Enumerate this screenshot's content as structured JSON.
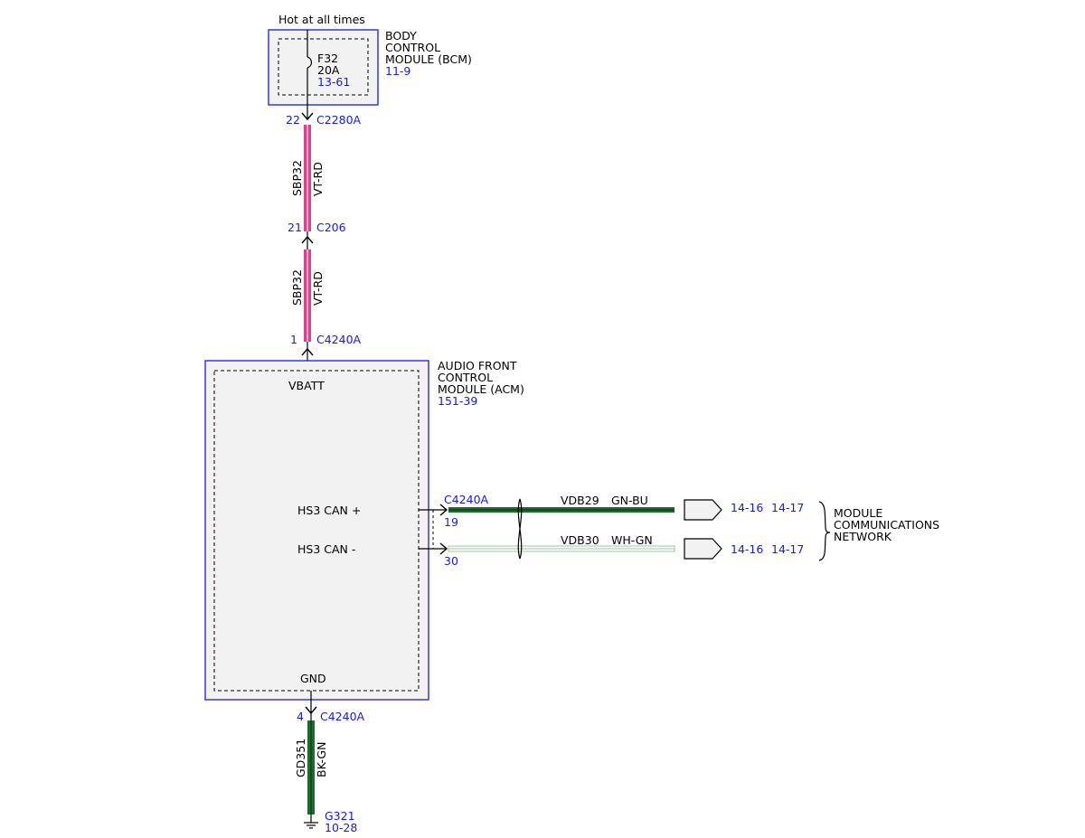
{
  "power_source": {
    "label": "Hot at all times"
  },
  "bcm": {
    "name_lines": [
      "BODY",
      "CONTROL",
      "MODULE (BCM)"
    ],
    "ref": "11-9",
    "fuse": {
      "id": "F32",
      "rating": "20A",
      "ref": "13-61"
    }
  },
  "connectors": {
    "c2280a": {
      "name": "C2280A",
      "pin": "22"
    },
    "c206": {
      "name": "C206",
      "pin": "21"
    },
    "c4240a_power": {
      "name": "C4240A",
      "pin": "1"
    },
    "c4240a_can": {
      "name": "C4240A",
      "pin_plus": "19",
      "pin_minus": "30"
    },
    "c4240a_gnd": {
      "name": "C4240A",
      "pin": "4"
    }
  },
  "wires": {
    "power_upper": {
      "circuit": "SBP32",
      "color": "VT-RD"
    },
    "power_lower": {
      "circuit": "SBP32",
      "color": "VT-RD"
    },
    "can_plus": {
      "circuit": "VDB29",
      "color": "GN-BU"
    },
    "can_minus": {
      "circuit": "VDB30",
      "color": "WH-GN"
    },
    "ground": {
      "circuit": "GD351",
      "color": "BK-GN"
    }
  },
  "acm": {
    "name_lines": [
      "AUDIO FRONT",
      "CONTROL",
      "MODULE (ACM)"
    ],
    "ref": "151-39",
    "pins": {
      "vbatt": "VBATT",
      "can_plus": "HS3 CAN +",
      "can_minus": "HS3 CAN -",
      "gnd": "GND"
    }
  },
  "network": {
    "name_lines": [
      "MODULE",
      "COMMUNICATIONS",
      "NETWORK"
    ],
    "plus_refs": [
      "14-16",
      "14-17"
    ],
    "minus_refs": [
      "14-16",
      "14-17"
    ]
  },
  "ground_point": {
    "name": "G321",
    "ref": "10-28"
  },
  "colors": {
    "link": "#1a1adb",
    "module_border": "#2b2bd6",
    "module_fill": "#f2f2f2",
    "wire_violet_red": "#e0408a",
    "wire_green": "#1e6b2e",
    "wire_white_green": "#9cc7a4"
  }
}
